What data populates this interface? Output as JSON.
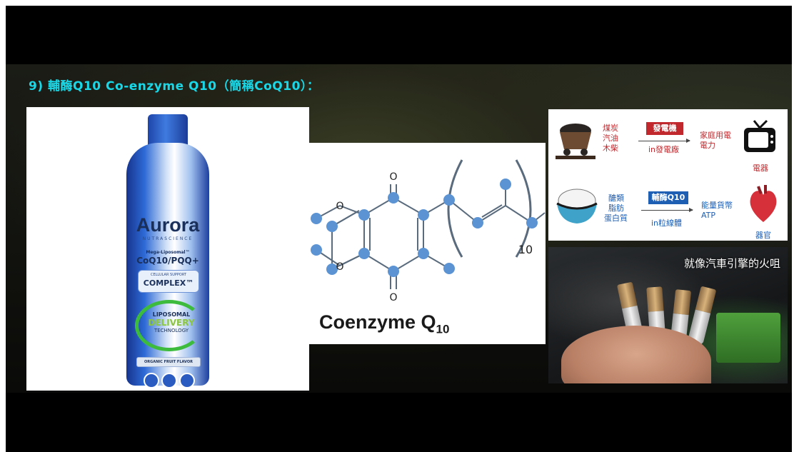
{
  "slide": {
    "title": "9) 輔酶Q10 Co-enzyme Q10（簡稱CoQ10）："
  },
  "product": {
    "brand": "Aurora",
    "brand_sub": "NUTRASCIENCE",
    "line": "Mega-Liposomal™",
    "name": "CoQ10/PQQ+",
    "support_small": "CELLULAR SUPPORT",
    "support_big": "COMPLEX™",
    "delivery_top": "LIPOSOMAL",
    "delivery_mid": "DELIVERY",
    "delivery_bot": "TECHNOLOGY",
    "flavor": "ORGANIC FRUIT FLAVOR"
  },
  "molecule": {
    "caption_main": "Coenzyme Q",
    "caption_sub": "10",
    "repeat_count": "10",
    "oxygen_label": "O",
    "atom_color": "#5b93d3"
  },
  "energy_diagram": {
    "row1": {
      "fuels": [
        "煤炭",
        "汽油",
        "木柴"
      ],
      "device": "發電機",
      "place": "in發電廠",
      "output": [
        "家庭用電",
        "電力"
      ],
      "target": "電器"
    },
    "row2": {
      "fuels": [
        "醣類",
        "脂肪",
        "蛋白質"
      ],
      "device": "輔酶Q10",
      "place": "in粒線體",
      "output": [
        "能量貨幣",
        "ATP"
      ],
      "target": "器官"
    },
    "colors": {
      "red": "#c0282d",
      "blue": "#1e5fb4"
    }
  },
  "photo": {
    "caption": "就像汽車引擎的火咀"
  },
  "icons": [
    "coal-cart-icon",
    "tv-icon",
    "rice-bowl-icon",
    "heart-icon"
  ]
}
